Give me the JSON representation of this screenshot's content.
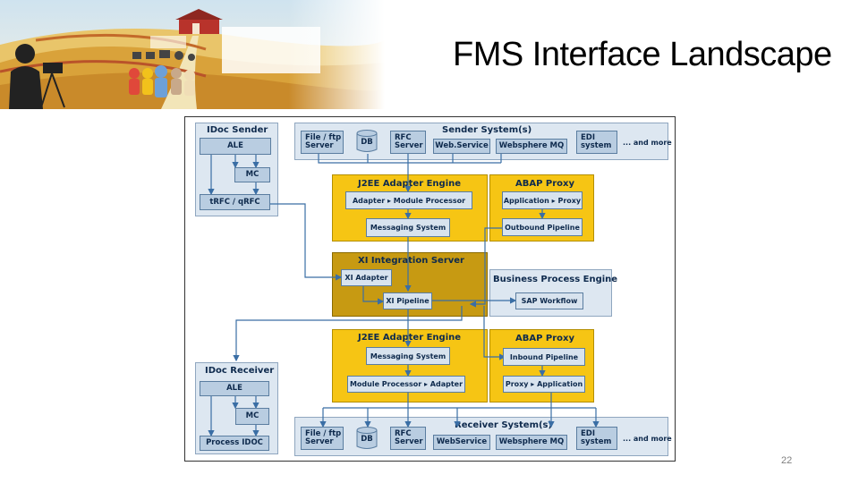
{
  "slide": {
    "title": "FMS Interface Landscape",
    "page_number": "22"
  },
  "diagram": {
    "idoc_sender": {
      "title": "IDoc Sender",
      "ale": "ALE",
      "mc": "MC",
      "trfc": "tRFC / qRFC"
    },
    "sender_system": {
      "title": "Sender System(s)",
      "items": [
        "File / ftp\nServer",
        "DB",
        "RFC\nServer",
        "Web.Service",
        "Websphere MQ",
        "EDI\nsystem"
      ],
      "and_more": "... and more"
    },
    "adapter_engine_top": {
      "title": "J2EE Adapter Engine",
      "module": "Adapter ▸ Module Processor",
      "messaging": "Messaging System"
    },
    "abap_proxy_top": {
      "title": "ABAP Proxy",
      "app_proxy": "Application ▸ Proxy",
      "outbound": "Outbound Pipeline"
    },
    "integration_server": {
      "title": "XI Integration Server",
      "xi_adapter": "XI Adapter",
      "xi_pipeline": "XI Pipeline"
    },
    "bpe": {
      "title": "Business Process Engine",
      "workflow": "SAP Workflow"
    },
    "adapter_engine_bottom": {
      "title": "J2EE Adapter Engine",
      "messaging": "Messaging System",
      "module": "Module Processor ▸ Adapter"
    },
    "abap_proxy_bottom": {
      "title": "ABAP Proxy",
      "inbound": "Inbound Pipeline",
      "proxy_app": "Proxy ▸ Application"
    },
    "idoc_receiver": {
      "title": "IDoc Receiver",
      "ale": "ALE",
      "mc": "MC",
      "process": "Process IDOC"
    },
    "receiver_system": {
      "title": "Receiver System(s)",
      "items": [
        "File / ftp\nServer",
        "DB",
        "RFC\nServer",
        "WebService",
        "Websphere MQ",
        "EDI\nsystem"
      ],
      "and_more": "... and more"
    }
  }
}
